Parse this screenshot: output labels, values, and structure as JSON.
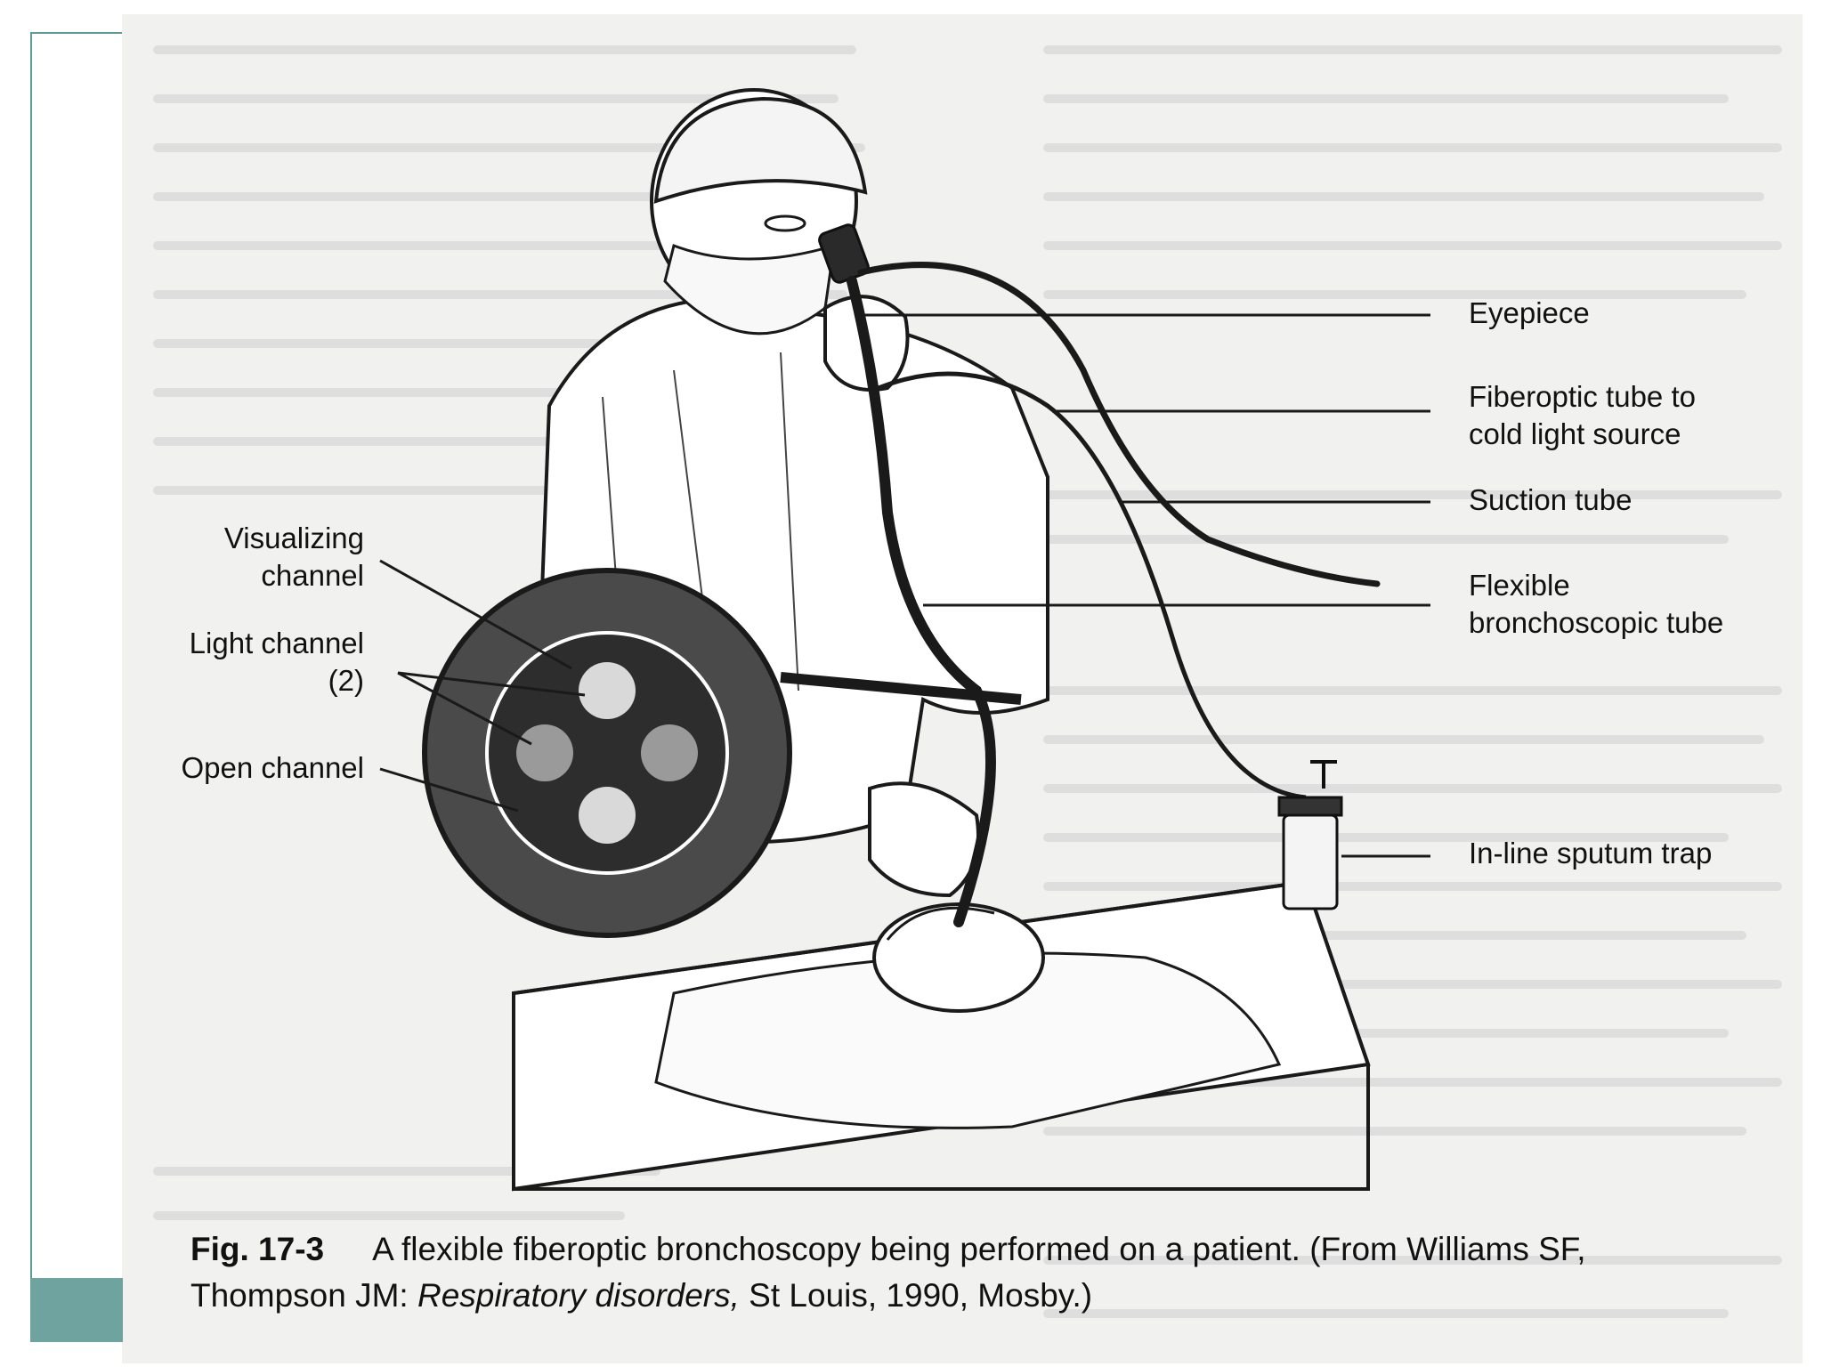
{
  "figure": {
    "labels": {
      "eyepiece": "Eyepiece",
      "fiberoptic": "Fiberoptic tube to\ncold light source",
      "suction": "Suction tube",
      "flexible": "Flexible\nbronchoscopic tube",
      "sputum_trap": "In-line sputum trap",
      "visualizing": "Visualizing\nchannel",
      "light_channel": "Light channel\n(2)",
      "open_channel": "Open channel"
    },
    "caption": {
      "number": "Fig. 17-3",
      "text_before": "A flexible fiberoptic bronchoscopy being performed on a patient. (From Williams SF, Thompson JM: ",
      "source_title": "Respiratory disorders,",
      "text_after": " St Louis, 1990, Mosby.)"
    }
  },
  "colors": {
    "accent": "#6fa3a0",
    "scan_background": "#f1f1f0",
    "ink": "#111111"
  }
}
